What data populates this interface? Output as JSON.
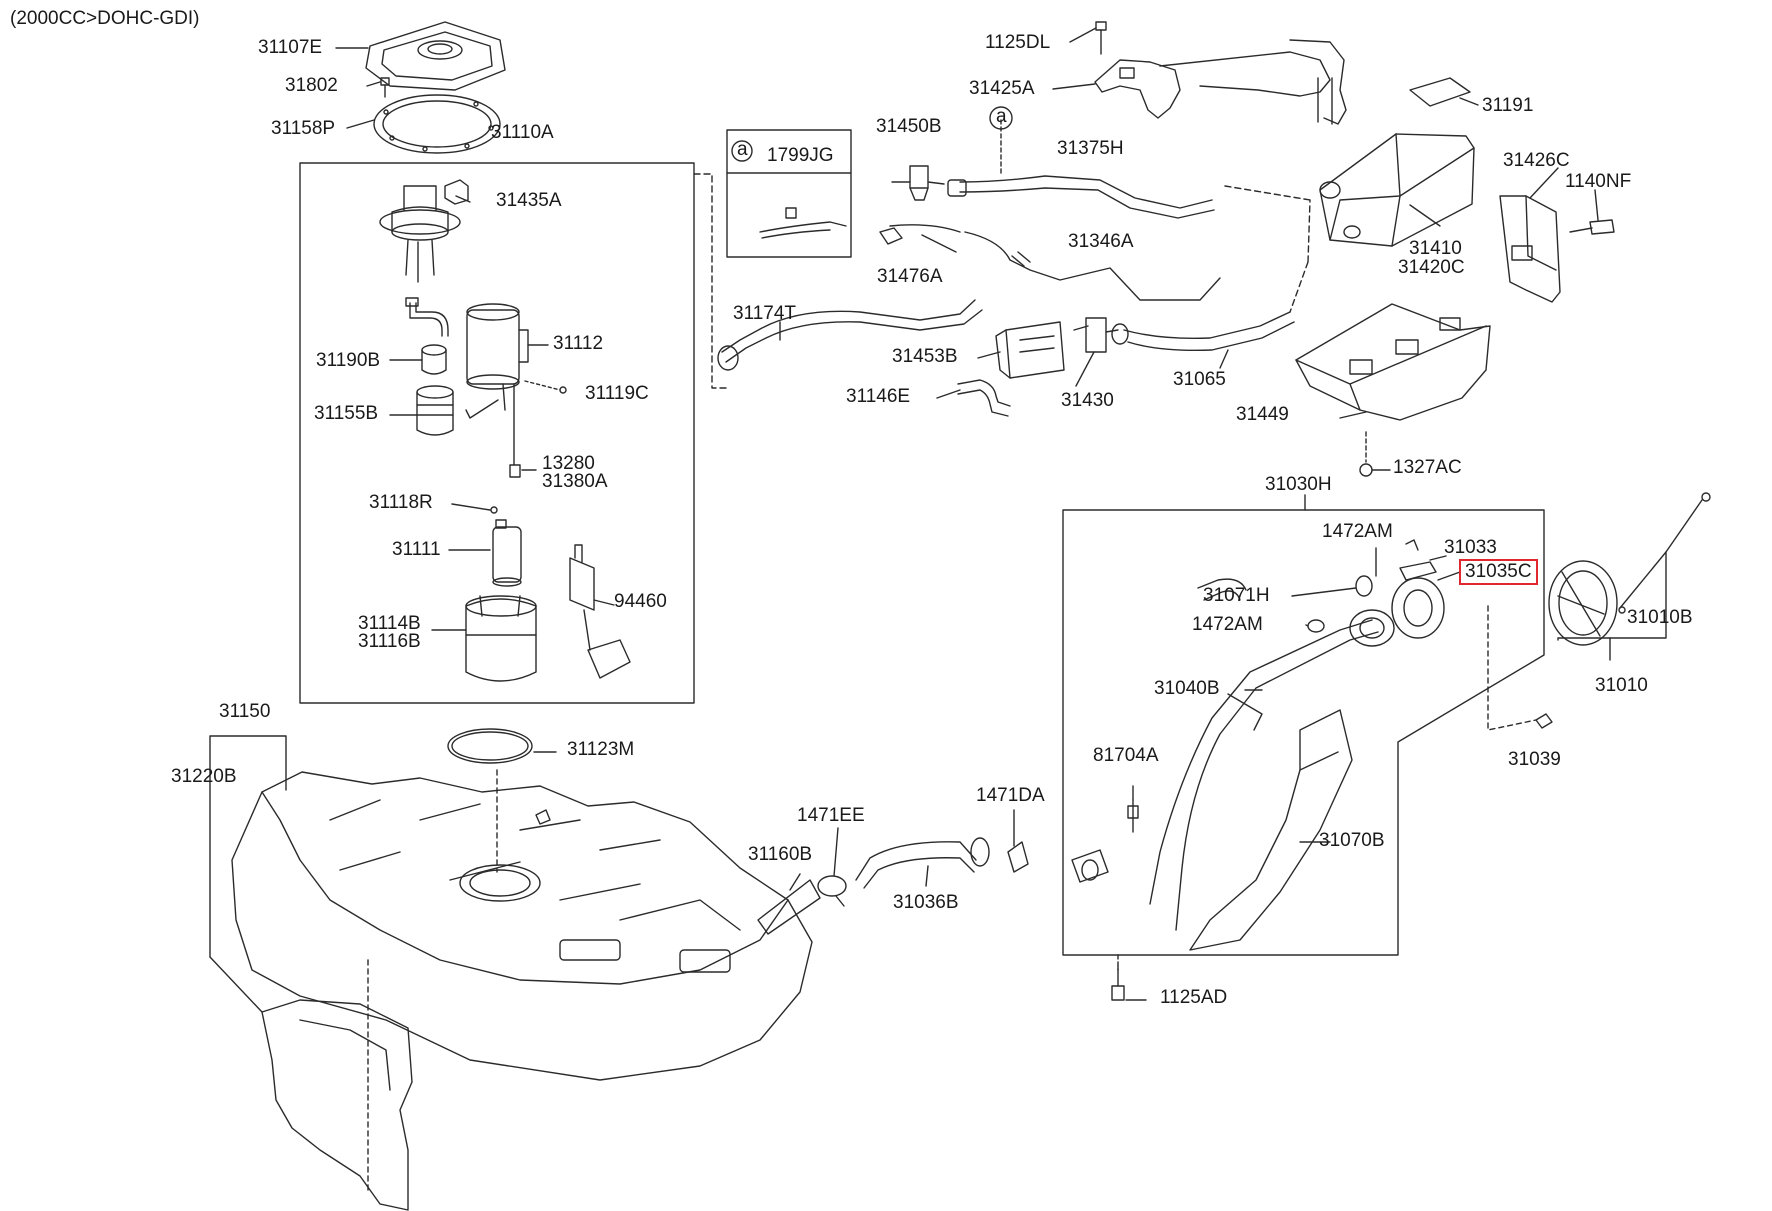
{
  "header": "(2000CC>DOHC-GDI)",
  "highlight_color": "#e0282e",
  "line_color": "#2b2b2b",
  "callout": {
    "letter": "a",
    "part": "1799JG"
  },
  "parts": {
    "p31107E": "31107E",
    "p31802": "31802",
    "p31158P": "31158P",
    "p31110A": "31110A",
    "p31435A": "31435A",
    "p31112": "31112",
    "p31190B": "31190B",
    "p31119C": "31119C",
    "p31155B": "31155B",
    "p13280": "13280",
    "p31380A": "31380A",
    "p31118R": "31118R",
    "p31111": "31111",
    "p94460": "94460",
    "p31114B": "31114B",
    "p31116B": "31116B",
    "p1125DL": "1125DL",
    "p31425A": "31425A",
    "p31450B": "31450B",
    "p31375H": "31375H",
    "p31191": "31191",
    "p31426C": "31426C",
    "p1140NF": "1140NF",
    "p31410": "31410",
    "p31420C": "31420C",
    "p31346A": "31346A",
    "p31476A": "31476A",
    "p31174T": "31174T",
    "p31453B": "31453B",
    "p31146E": "31146E",
    "p31430": "31430",
    "p31065": "31065",
    "p31449": "31449",
    "p1327AC": "1327AC",
    "p31030H": "31030H",
    "p1472AM_a": "1472AM",
    "p31033": "31033",
    "p31035C": "31035C",
    "p31071H": "31071H",
    "p1472AM_b": "1472AM",
    "p31010B": "31010B",
    "p31040B": "31040B",
    "p31010": "31010",
    "p31039": "31039",
    "p81704A": "81704A",
    "p31070B": "31070B",
    "p1125AD": "1125AD",
    "p31150": "31150",
    "p31220B": "31220B",
    "p31123M": "31123M",
    "p1471EE": "1471EE",
    "p1471DA": "1471DA",
    "p31160B": "31160B",
    "p31036B": "31036B"
  }
}
